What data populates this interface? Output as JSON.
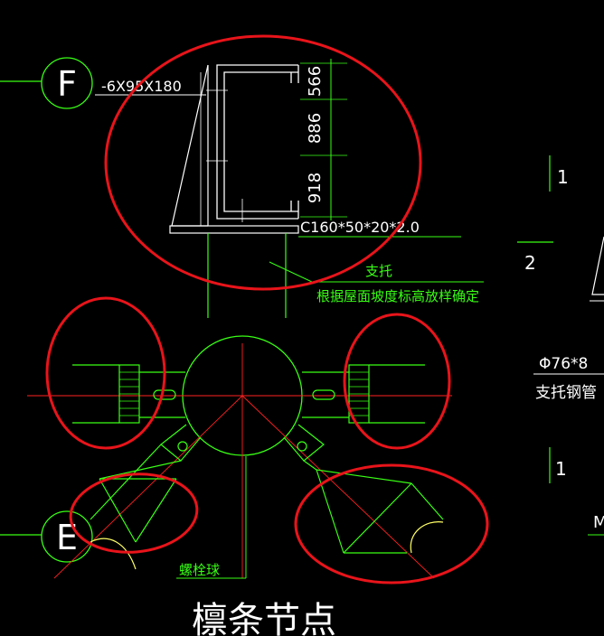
{
  "grid": {
    "axis_f": "F",
    "axis_e": "E"
  },
  "labels": {
    "plate": "-6X95X180",
    "dim_top": "566",
    "dim_mid": "886",
    "dim_bot": "918",
    "purlin": "C160*50*20*2.0",
    "support": "支托",
    "support_note": "根据屋面坡度标高放样确定",
    "pipe_spec": "Φ76*8",
    "pipe_name": "支托钢管",
    "bolt_ball": "螺栓球",
    "section_1a": "1",
    "section_2": "2",
    "section_1b": "1",
    "edge_letter": "M",
    "title": "檩条节点"
  },
  "colors": {
    "background": "#000000",
    "line_white": "#ffffff",
    "line_green": "#39ff14",
    "line_red": "#ff2020",
    "line_yellow": "#ffff66",
    "markup_red": "#e8141a"
  }
}
